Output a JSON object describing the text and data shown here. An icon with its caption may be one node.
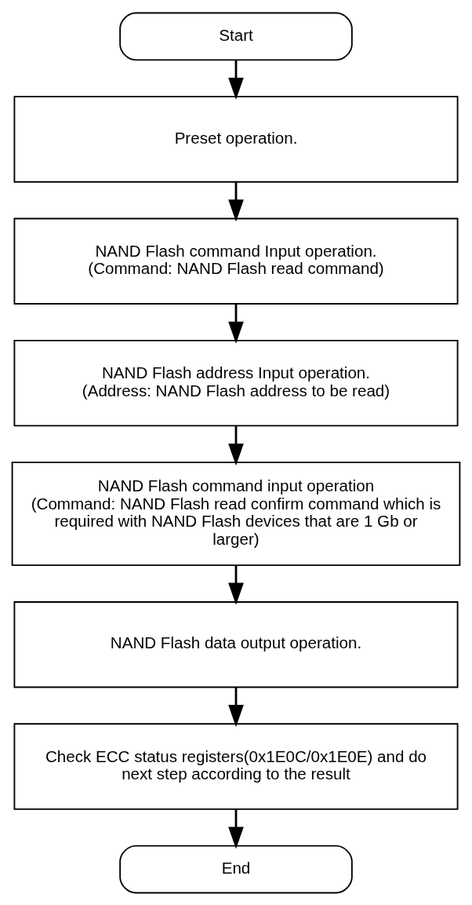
{
  "diagram": {
    "nodes": [
      {
        "text": [
          "Start"
        ]
      },
      {
        "text": [
          "Preset operation."
        ]
      },
      {
        "text": [
          "NAND Flash command Input operation.",
          "(Command: NAND Flash read command)"
        ]
      },
      {
        "text": [
          "NAND Flash address Input operation.",
          "(Address: NAND Flash address to be read)"
        ]
      },
      {
        "text": [
          "NAND Flash command input operation",
          "(Command: NAND Flash read confirm command which is required with NAND Flash devices that are 1 Gb or larger)"
        ]
      },
      {
        "text": [
          "NAND Flash data output operation."
        ]
      },
      {
        "text": [
          "Check ECC status registers(0x1E0C/0x1E0E) and do next step according to the result"
        ]
      },
      {
        "text": [
          "End"
        ]
      }
    ],
    "edges": [
      {
        "from": 0,
        "to": 1,
        "arrow": "to"
      },
      {
        "from": 1,
        "to": 2,
        "arrow": "to"
      },
      {
        "from": 2,
        "to": 3,
        "arrow": "to"
      },
      {
        "from": 3,
        "to": 4,
        "arrow": "to"
      },
      {
        "from": 4,
        "to": 5,
        "arrow": "to"
      },
      {
        "from": 5,
        "to": 6,
        "arrow": "to"
      },
      {
        "from": 6,
        "to": 7,
        "arrow": "to"
      }
    ]
  }
}
